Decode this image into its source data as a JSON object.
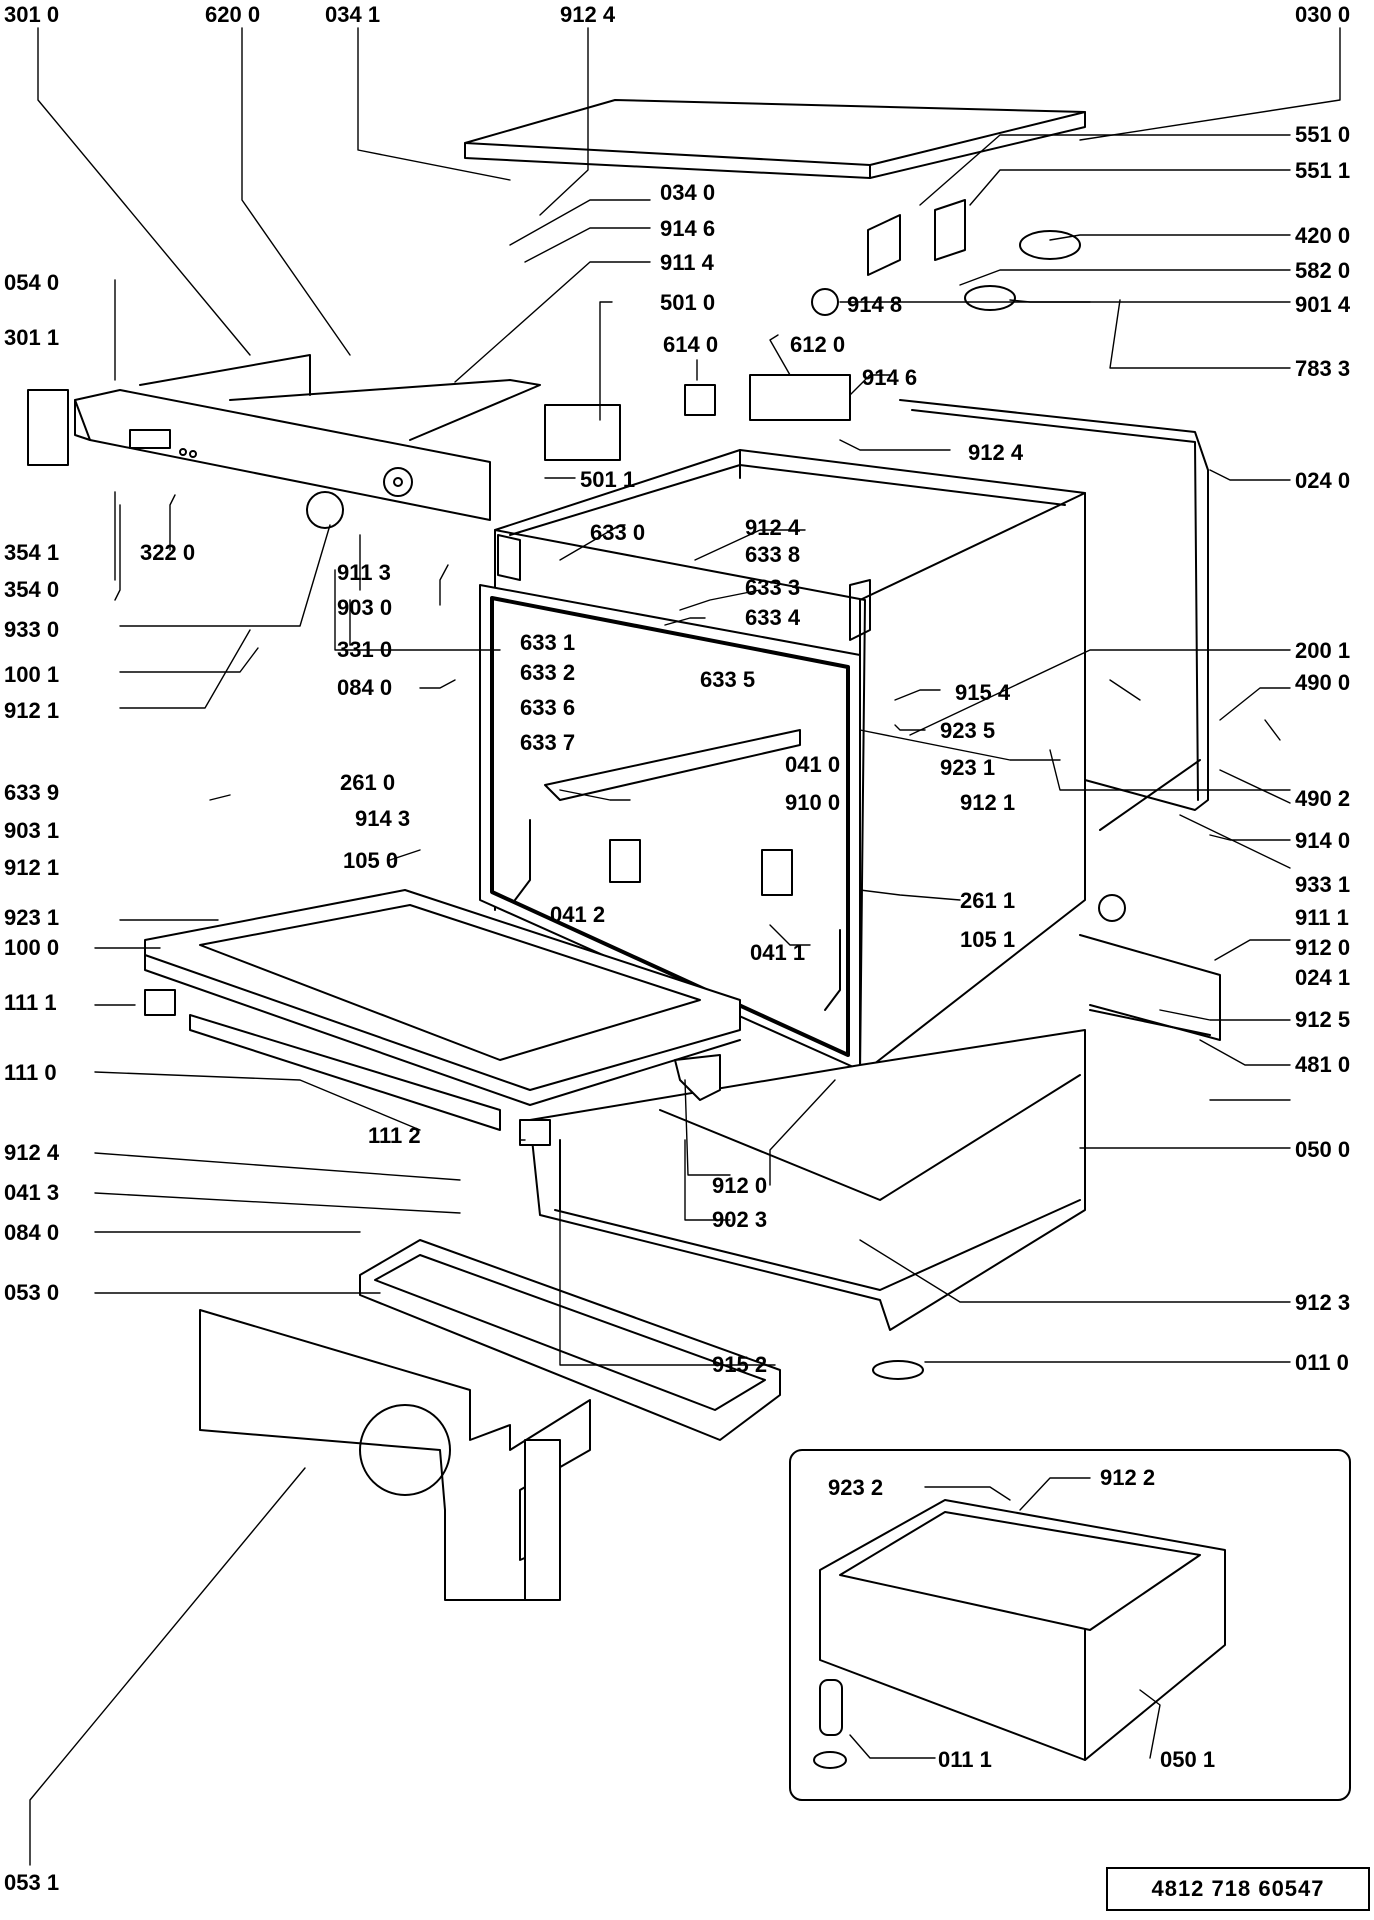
{
  "title": "",
  "document_number": "4812 718 60547",
  "labels": [
    {
      "id": "l3010",
      "text": "301 0"
    },
    {
      "id": "l6200",
      "text": "620 0"
    },
    {
      "id": "l0341",
      "text": "034 1"
    },
    {
      "id": "l9124a",
      "text": "912 4"
    },
    {
      "id": "l0300",
      "text": "030 0"
    },
    {
      "id": "l5510",
      "text": "551 0"
    },
    {
      "id": "l5511",
      "text": "551 1"
    },
    {
      "id": "l0340",
      "text": "034 0"
    },
    {
      "id": "l9146a",
      "text": "914 6"
    },
    {
      "id": "l4200",
      "text": "420 0"
    },
    {
      "id": "l9114",
      "text": "911 4"
    },
    {
      "id": "l5820",
      "text": "582 0"
    },
    {
      "id": "l0540",
      "text": "054 0"
    },
    {
      "id": "l5010",
      "text": "501 0"
    },
    {
      "id": "l9148",
      "text": "914 8"
    },
    {
      "id": "l9014",
      "text": "901 4"
    },
    {
      "id": "l3011",
      "text": "301 1"
    },
    {
      "id": "l6140",
      "text": "614 0"
    },
    {
      "id": "l6120",
      "text": "612 0"
    },
    {
      "id": "l7833",
      "text": "783 3"
    },
    {
      "id": "l9146b",
      "text": "914 6"
    },
    {
      "id": "l9124b",
      "text": "912 4"
    },
    {
      "id": "l5011",
      "text": "501 1"
    },
    {
      "id": "l0240",
      "text": "024 0"
    },
    {
      "id": "l3541",
      "text": "354 1"
    },
    {
      "id": "l3220",
      "text": "322 0"
    },
    {
      "id": "l6330",
      "text": "633 0"
    },
    {
      "id": "l9124c",
      "text": "912 4"
    },
    {
      "id": "l9113",
      "text": "911 3"
    },
    {
      "id": "l6338",
      "text": "633 8"
    },
    {
      "id": "l3540",
      "text": "354 0"
    },
    {
      "id": "l6333",
      "text": "633 3"
    },
    {
      "id": "l9030",
      "text": "903 0"
    },
    {
      "id": "l6334",
      "text": "633 4"
    },
    {
      "id": "l9330",
      "text": "933 0"
    },
    {
      "id": "l6331",
      "text": "633 1"
    },
    {
      "id": "l3310",
      "text": "331 0"
    },
    {
      "id": "l2001",
      "text": "200 1"
    },
    {
      "id": "l6332",
      "text": "633 2"
    },
    {
      "id": "l6335",
      "text": "633 5"
    },
    {
      "id": "l1001",
      "text": "100 1"
    },
    {
      "id": "l0840a",
      "text": "084 0"
    },
    {
      "id": "l9154",
      "text": "915 4"
    },
    {
      "id": "l9121a",
      "text": "912 1"
    },
    {
      "id": "l6336",
      "text": "633 6"
    },
    {
      "id": "l4900",
      "text": "490 0"
    },
    {
      "id": "l9235",
      "text": "923 5"
    },
    {
      "id": "l6337",
      "text": "633 7"
    },
    {
      "id": "l9231a",
      "text": "923 1"
    },
    {
      "id": "l2610",
      "text": "261 0"
    },
    {
      "id": "l0410",
      "text": "041 0"
    },
    {
      "id": "l6339",
      "text": "633 9"
    },
    {
      "id": "l9121b",
      "text": "912 1"
    },
    {
      "id": "l9143",
      "text": "914 3"
    },
    {
      "id": "l9100",
      "text": "910 0"
    },
    {
      "id": "l4902",
      "text": "490 2"
    },
    {
      "id": "l9031",
      "text": "903 1"
    },
    {
      "id": "l1050",
      "text": "105 0"
    },
    {
      "id": "l9140",
      "text": "914 0"
    },
    {
      "id": "l9121c",
      "text": "912 1"
    },
    {
      "id": "l9331",
      "text": "933 1"
    },
    {
      "id": "l9231b",
      "text": "923 1"
    },
    {
      "id": "l0412",
      "text": "041 2"
    },
    {
      "id": "l2611",
      "text": "261 1"
    },
    {
      "id": "l9111",
      "text": "911 1"
    },
    {
      "id": "l1000",
      "text": "100 0"
    },
    {
      "id": "l0411",
      "text": "041 1"
    },
    {
      "id": "l1051",
      "text": "105 1"
    },
    {
      "id": "l9120a",
      "text": "912 0"
    },
    {
      "id": "l0241",
      "text": "024 1"
    },
    {
      "id": "l1111",
      "text": "111 1"
    },
    {
      "id": "l9125",
      "text": "912 5"
    },
    {
      "id": "l4810",
      "text": "481 0"
    },
    {
      "id": "l1110",
      "text": "111 0"
    },
    {
      "id": "l1112",
      "text": "111 2"
    },
    {
      "id": "l0500",
      "text": "050 0"
    },
    {
      "id": "l9124d",
      "text": "912 4"
    },
    {
      "id": "l9120b",
      "text": "912 0"
    },
    {
      "id": "l0413",
      "text": "041 3"
    },
    {
      "id": "l9023",
      "text": "902 3"
    },
    {
      "id": "l0840b",
      "text": "084 0"
    },
    {
      "id": "l0530",
      "text": "053 0"
    },
    {
      "id": "l9123",
      "text": "912 3"
    },
    {
      "id": "l9152",
      "text": "915 2"
    },
    {
      "id": "l0110",
      "text": "011 0"
    },
    {
      "id": "l9232",
      "text": "923 2"
    },
    {
      "id": "l9122",
      "text": "912 2"
    },
    {
      "id": "l0111",
      "text": "011 1"
    },
    {
      "id": "l0501",
      "text": "050 1"
    },
    {
      "id": "l0531",
      "text": "053 1"
    }
  ]
}
